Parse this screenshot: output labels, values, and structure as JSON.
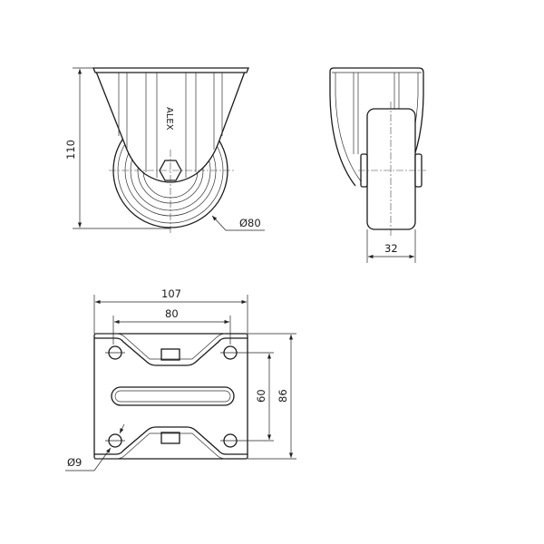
{
  "drawing": {
    "brand_mark": "ALEX",
    "side_view": {
      "height_dim": "110",
      "wheel_diameter_dim": "Ø80"
    },
    "front_view": {
      "wheel_width_dim": "32"
    },
    "plate_view": {
      "plate_width_dim": "107",
      "hole_spacing_x_dim": "80",
      "hole_spacing_y_dim": "60",
      "plate_length_dim": "86",
      "hole_diameter_dim": "Ø9"
    }
  }
}
